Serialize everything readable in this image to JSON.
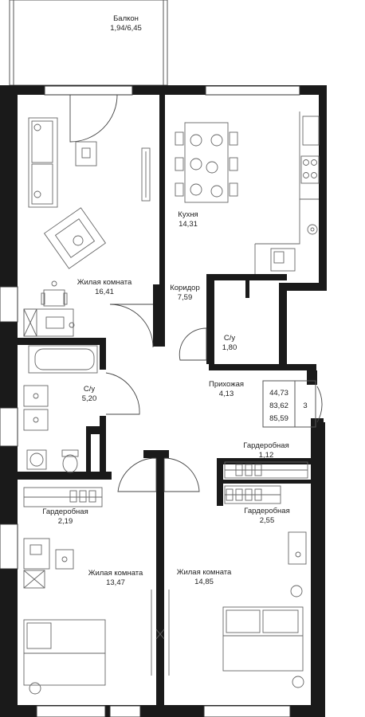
{
  "rooms": {
    "balcony": {
      "name": "Балкон",
      "area": "1,94/6,45"
    },
    "kitchen": {
      "name": "Кухня",
      "area": "14,31"
    },
    "living_1": {
      "name": "Жилая комната",
      "area": "16,41"
    },
    "corridor": {
      "name": "Коридор",
      "area": "7,59"
    },
    "wc_1": {
      "name": "С/у",
      "area": "1,80"
    },
    "hall": {
      "name": "Прихожая",
      "area": "4,13"
    },
    "bath": {
      "name": "С/у",
      "area": "5,20"
    },
    "wardrobe_1": {
      "name": "Гардеробная",
      "area": "1,12"
    },
    "wardrobe_2": {
      "name": "Гардеробная",
      "area": "2,55"
    },
    "wardrobe_3": {
      "name": "Гардеробная",
      "area": "2,19"
    },
    "living_2": {
      "name": "Жилая комната",
      "area": "13,47"
    },
    "living_3": {
      "name": "Жилая комната",
      "area": "14,85"
    }
  },
  "totals": {
    "living": "44,73",
    "total": "83,62",
    "total_with_balcony": "85,59",
    "rooms": "3"
  },
  "colors": {
    "wall": "#1a1a1a",
    "line": "#555555",
    "background": "#ffffff"
  }
}
